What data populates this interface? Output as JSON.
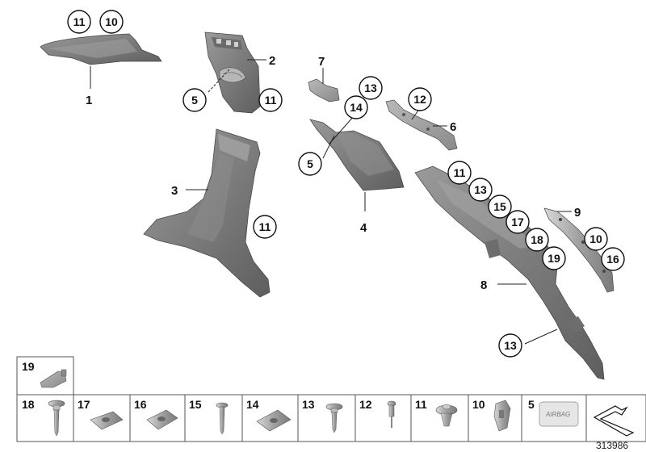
{
  "diagram": {
    "reference_number": "313986",
    "airbag_label": "AIRBAG"
  },
  "callouts": {
    "c1": "1",
    "c2": "2",
    "c3": "3",
    "c4": "4",
    "c5a": "5",
    "c5b": "5",
    "c6": "6",
    "c7": "7",
    "c8": "8",
    "c9": "9",
    "ring_11a": "11",
    "ring_10a": "10",
    "ring_11b": "11",
    "ring_11c": "11",
    "ring_13a": "13",
    "ring_14": "14",
    "ring_12": "12",
    "ring_11d": "11",
    "ring_13b": "13",
    "ring_15": "15",
    "ring_17": "17",
    "ring_18": "18",
    "ring_19": "19",
    "ring_10b": "10",
    "ring_16": "16",
    "ring_13c": "13"
  },
  "parts_legend": [
    {
      "number": "19",
      "name": "clip-bracket"
    },
    {
      "number": "18",
      "name": "screw-washer"
    },
    {
      "number": "17",
      "name": "speed-nut"
    },
    {
      "number": "16",
      "name": "speed-nut"
    },
    {
      "number": "15",
      "name": "screw"
    },
    {
      "number": "14",
      "name": "speed-nut"
    },
    {
      "number": "13",
      "name": "screw-washer"
    },
    {
      "number": "12",
      "name": "blind-rivet"
    },
    {
      "number": "11",
      "name": "expanding-rivet"
    },
    {
      "number": "10",
      "name": "clip"
    },
    {
      "number": "5",
      "name": "airbag-emblem"
    },
    {
      "number": "",
      "name": "arrow-symbol"
    }
  ]
}
